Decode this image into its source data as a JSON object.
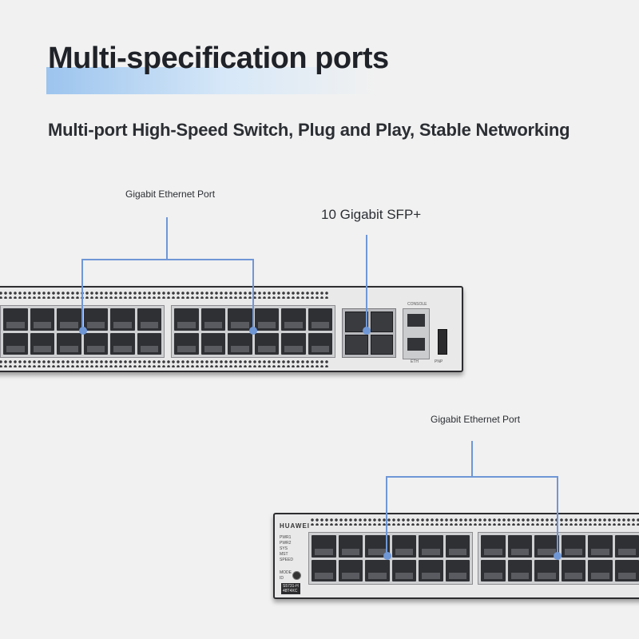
{
  "header": {
    "title": "Multi-specification ports",
    "subtitle": "Multi-port High-Speed Switch, Plug and Play, Stable Networking"
  },
  "callouts": {
    "top_gigabit": "Gigabit Ethernet Port",
    "top_sfp": "10 Gigabit SFP+",
    "bottom_gigabit": "Gigabit Ethernet Port"
  },
  "switch_top": {
    "console_label": "CONSOLE",
    "eth_label": "ETH",
    "pnp_label": "PNP"
  },
  "switch_bottom": {
    "brand": "HUAWEI",
    "leds": "PWR1\nPWR2\nSYS\nMST\nSPEED",
    "mode_label": "MODE\nID",
    "model": "S5731-H\n48T4XC"
  },
  "colors": {
    "accent": "#6f97d6",
    "title_highlight": "#9cc4ee",
    "background": "#f1f1f1"
  }
}
